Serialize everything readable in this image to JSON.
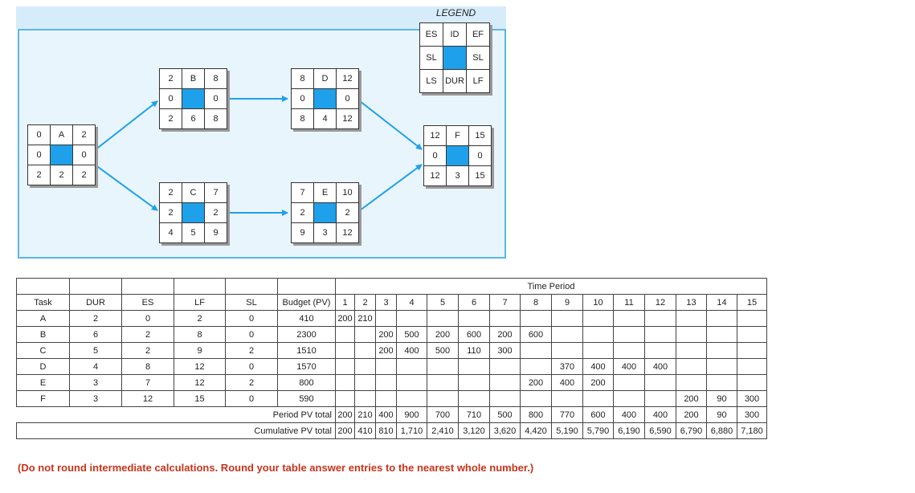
{
  "legend": {
    "title": "LEGEND",
    "cells": [
      "ES",
      "ID",
      "EF",
      "SL",
      "",
      "SL",
      "LS",
      "DUR",
      "LF"
    ]
  },
  "nodes": [
    {
      "id": "A",
      "cells": [
        "0",
        "A",
        "2",
        "0",
        "",
        "0",
        "2",
        "2",
        "2"
      ]
    },
    {
      "id": "B",
      "cells": [
        "2",
        "B",
        "8",
        "0",
        "",
        "0",
        "2",
        "6",
        "8"
      ]
    },
    {
      "id": "C",
      "cells": [
        "2",
        "C",
        "7",
        "2",
        "",
        "2",
        "4",
        "5",
        "9"
      ]
    },
    {
      "id": "D",
      "cells": [
        "8",
        "D",
        "12",
        "0",
        "",
        "0",
        "8",
        "4",
        "12"
      ]
    },
    {
      "id": "E",
      "cells": [
        "7",
        "E",
        "10",
        "2",
        "",
        "2",
        "9",
        "3",
        "12"
      ]
    },
    {
      "id": "F",
      "cells": [
        "12",
        "F",
        "15",
        "0",
        "",
        "0",
        "12",
        "3",
        "15"
      ]
    }
  ],
  "table": {
    "time_period_label": "Time Period",
    "headers": [
      "Task",
      "DUR",
      "ES",
      "LF",
      "SL",
      "Budget (PV)"
    ],
    "periods": [
      "1",
      "2",
      "3",
      "4",
      "5",
      "6",
      "7",
      "8",
      "9",
      "10",
      "11",
      "12",
      "13",
      "14",
      "15"
    ],
    "rows": [
      {
        "task": "A",
        "dur": "2",
        "es": "0",
        "lf": "2",
        "sl": "0",
        "budget": "410",
        "p": [
          "200",
          "210",
          "",
          "",
          "",
          "",
          "",
          "",
          "",
          "",
          "",
          "",
          "",
          "",
          ""
        ]
      },
      {
        "task": "B",
        "dur": "6",
        "es": "2",
        "lf": "8",
        "sl": "0",
        "budget": "2300",
        "p": [
          "",
          "",
          "200",
          "500",
          "200",
          "600",
          "200",
          "600",
          "",
          "",
          "",
          "",
          "",
          "",
          ""
        ]
      },
      {
        "task": "C",
        "dur": "5",
        "es": "2",
        "lf": "9",
        "sl": "2",
        "budget": "1510",
        "p": [
          "",
          "",
          "200",
          "400",
          "500",
          "110",
          "300",
          "",
          "",
          "",
          "",
          "",
          "",
          "",
          ""
        ]
      },
      {
        "task": "D",
        "dur": "4",
        "es": "8",
        "lf": "12",
        "sl": "0",
        "budget": "1570",
        "p": [
          "",
          "",
          "",
          "",
          "",
          "",
          "",
          "",
          "370",
          "400",
          "400",
          "400",
          "",
          "",
          ""
        ]
      },
      {
        "task": "E",
        "dur": "3",
        "es": "7",
        "lf": "12",
        "sl": "2",
        "budget": "800",
        "p": [
          "",
          "",
          "",
          "",
          "",
          "",
          "",
          "200",
          "400",
          "200",
          "",
          "",
          "",
          "",
          ""
        ]
      },
      {
        "task": "F",
        "dur": "3",
        "es": "12",
        "lf": "15",
        "sl": "0",
        "budget": "590",
        "p": [
          "",
          "",
          "",
          "",
          "",
          "",
          "",
          "",
          "",
          "",
          "",
          "",
          "200",
          "90",
          "300"
        ]
      }
    ],
    "period_total_label": "Period PV total",
    "period_total": [
      "200",
      "210",
      "400",
      "900",
      "700",
      "710",
      "500",
      "800",
      "770",
      "600",
      "400",
      "400",
      "200",
      "90",
      "300"
    ],
    "cumulative_label": "Cumulative PV total",
    "cumulative": [
      "200",
      "410",
      "810",
      "1,710",
      "2,410",
      "3,120",
      "3,620",
      "4,420",
      "5,190",
      "5,790",
      "6,190",
      "6,590",
      "6,790",
      "6,880",
      "7,180"
    ]
  },
  "note": "(Do not round intermediate calculations. Round your table answer entries to the nearest whole number.)",
  "colors": {
    "accent": "#1ea1ea",
    "panel": "#e9f5fd",
    "note": "#c8341c"
  }
}
